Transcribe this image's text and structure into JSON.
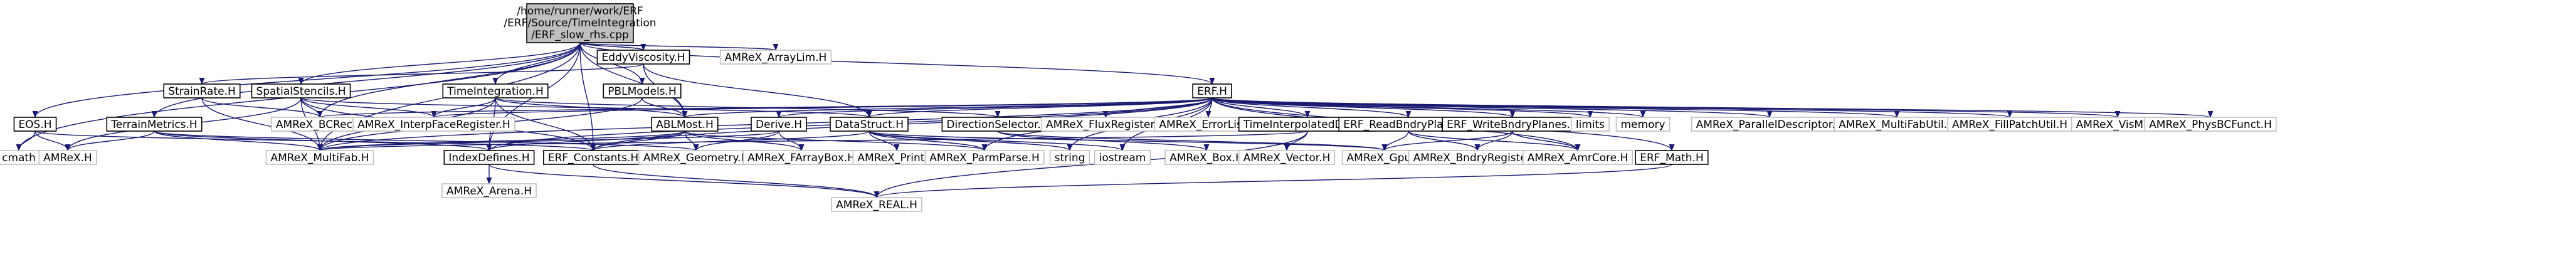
{
  "colors": {
    "edge": "#191970",
    "node_border": "#000000",
    "node_fill": "#ffffff",
    "external_border": "#bfbfbf",
    "root_fill": "#bfbfbf",
    "label": "#000000"
  },
  "graph": {
    "root": {
      "id": "root",
      "lines": [
        "/home/runner/work/ERF",
        "/ERF/Source/TimeIntegration",
        "/ERF_slow_rhs.cpp"
      ]
    },
    "nodes": [
      {
        "id": "eddy",
        "label": "EddyViscosity.H",
        "kind": "local"
      },
      {
        "id": "arraylim",
        "label": "AMReX_ArrayLim.H",
        "kind": "external"
      },
      {
        "id": "strain",
        "label": "StrainRate.H",
        "kind": "local"
      },
      {
        "id": "spatial",
        "label": "SpatialStencils.H",
        "kind": "local"
      },
      {
        "id": "timeint",
        "label": "TimeIntegration.H",
        "kind": "local"
      },
      {
        "id": "pbl",
        "label": "PBLModels.H",
        "kind": "local"
      },
      {
        "id": "erf",
        "label": "ERF.H",
        "kind": "local"
      },
      {
        "id": "eos",
        "label": "EOS.H",
        "kind": "local"
      },
      {
        "id": "terrain",
        "label": "TerrainMetrics.H",
        "kind": "local"
      },
      {
        "id": "bcrec",
        "label": "AMReX_BCRec.H",
        "kind": "external"
      },
      {
        "id": "interpface",
        "label": "AMReX_InterpFaceRegister.H",
        "kind": "external"
      },
      {
        "id": "abl",
        "label": "ABLMost.H",
        "kind": "local"
      },
      {
        "id": "derive",
        "label": "Derive.H",
        "kind": "local"
      },
      {
        "id": "datastruct",
        "label": "DataStruct.H",
        "kind": "local"
      },
      {
        "id": "dirsel",
        "label": "DirectionSelector.H",
        "kind": "local"
      },
      {
        "id": "fluxreg",
        "label": "AMReX_FluxRegister.H",
        "kind": "external"
      },
      {
        "id": "errorlist",
        "label": "AMReX_ErrorList.H",
        "kind": "external"
      },
      {
        "id": "timeinterp",
        "label": "TimeInterpolatedData.H",
        "kind": "local"
      },
      {
        "id": "readbndry",
        "label": "ERF_ReadBndryPlanes.H",
        "kind": "local"
      },
      {
        "id": "writebndry",
        "label": "ERF_WriteBndryPlanes.H",
        "kind": "local"
      },
      {
        "id": "limits",
        "label": "limits",
        "kind": "external"
      },
      {
        "id": "memory",
        "label": "memory",
        "kind": "external"
      },
      {
        "id": "paralleldesc",
        "label": "AMReX_ParallelDescriptor.H",
        "kind": "external"
      },
      {
        "id": "mfutil",
        "label": "AMReX_MultiFabUtil.H",
        "kind": "external"
      },
      {
        "id": "fillpatch",
        "label": "AMReX_FillPatchUtil.H",
        "kind": "external"
      },
      {
        "id": "vismf",
        "label": "AMReX_VisMF.H",
        "kind": "external"
      },
      {
        "id": "physbc",
        "label": "AMReX_PhysBCFunct.H",
        "kind": "external"
      },
      {
        "id": "cmath",
        "label": "cmath",
        "kind": "external"
      },
      {
        "id": "amrexh",
        "label": "AMReX.H",
        "kind": "external"
      },
      {
        "id": "multifab",
        "label": "AMReX_MultiFab.H",
        "kind": "external"
      },
      {
        "id": "indexdef",
        "label": "IndexDefines.H",
        "kind": "local"
      },
      {
        "id": "erfconst",
        "label": "ERF_Constants.H",
        "kind": "local"
      },
      {
        "id": "geometry",
        "label": "AMReX_Geometry.H",
        "kind": "external"
      },
      {
        "id": "farraybox",
        "label": "AMReX_FArrayBox.H",
        "kind": "external"
      },
      {
        "id": "print",
        "label": "AMReX_Print.H",
        "kind": "external"
      },
      {
        "id": "parmparse",
        "label": "AMReX_ParmParse.H",
        "kind": "external"
      },
      {
        "id": "string",
        "label": "string",
        "kind": "external"
      },
      {
        "id": "iostream",
        "label": "iostream",
        "kind": "external"
      },
      {
        "id": "box",
        "label": "AMReX_Box.H",
        "kind": "external"
      },
      {
        "id": "vector",
        "label": "AMReX_Vector.H",
        "kind": "external"
      },
      {
        "id": "gpu",
        "label": "AMReX_Gpu.H",
        "kind": "external"
      },
      {
        "id": "bndryreg",
        "label": "AMReX_BndryRegister.H",
        "kind": "external"
      },
      {
        "id": "amrcore",
        "label": "AMReX_AmrCore.H",
        "kind": "external"
      },
      {
        "id": "erfmath",
        "label": "ERF_Math.H",
        "kind": "local"
      },
      {
        "id": "arena",
        "label": "AMReX_Arena.H",
        "kind": "external"
      },
      {
        "id": "real",
        "label": "AMReX_REAL.H",
        "kind": "external"
      }
    ],
    "edges": [
      [
        "root",
        "eddy"
      ],
      [
        "root",
        "arraylim"
      ],
      [
        "root",
        "spatial"
      ],
      [
        "root",
        "timeint"
      ],
      [
        "root",
        "pbl"
      ],
      [
        "root",
        "erf"
      ],
      [
        "root",
        "eos"
      ],
      [
        "root",
        "terrain"
      ],
      [
        "root",
        "bcrec"
      ],
      [
        "root",
        "abl"
      ],
      [
        "root",
        "indexdef"
      ],
      [
        "root",
        "erfconst"
      ],
      [
        "root",
        "multifab"
      ],
      [
        "root",
        "cmath"
      ],
      [
        "eddy",
        "strain"
      ],
      [
        "eddy",
        "datastruct"
      ],
      [
        "eddy",
        "abl"
      ],
      [
        "strain",
        "bcrec"
      ],
      [
        "strain",
        "multifab"
      ],
      [
        "spatial",
        "bcrec"
      ],
      [
        "spatial",
        "interpface"
      ],
      [
        "spatial",
        "multifab"
      ],
      [
        "spatial",
        "datastruct"
      ],
      [
        "spatial",
        "erfconst"
      ],
      [
        "spatial",
        "amrexh"
      ],
      [
        "timeint",
        "interpface"
      ],
      [
        "timeint",
        "abl"
      ],
      [
        "timeint",
        "indexdef"
      ],
      [
        "timeint",
        "multifab"
      ],
      [
        "timeint",
        "dirsel"
      ],
      [
        "timeint",
        "erfconst"
      ],
      [
        "pbl",
        "abl"
      ],
      [
        "pbl",
        "multifab"
      ],
      [
        "erf",
        "interpface"
      ],
      [
        "erf",
        "bcrec"
      ],
      [
        "erf",
        "abl"
      ],
      [
        "erf",
        "derive"
      ],
      [
        "erf",
        "datastruct"
      ],
      [
        "erf",
        "fluxreg"
      ],
      [
        "erf",
        "errorlist"
      ],
      [
        "erf",
        "timeinterp"
      ],
      [
        "erf",
        "readbndry"
      ],
      [
        "erf",
        "writebndry"
      ],
      [
        "erf",
        "limits"
      ],
      [
        "erf",
        "memory"
      ],
      [
        "erf",
        "paralleldesc"
      ],
      [
        "erf",
        "mfutil"
      ],
      [
        "erf",
        "fillpatch"
      ],
      [
        "erf",
        "vismf"
      ],
      [
        "erf",
        "physbc"
      ],
      [
        "erf",
        "erfmath"
      ],
      [
        "erf",
        "string"
      ],
      [
        "erf",
        "iostream"
      ],
      [
        "erf",
        "amrcore"
      ],
      [
        "erf",
        "parmparse"
      ],
      [
        "erf",
        "indexdef"
      ],
      [
        "erf",
        "erfconst"
      ],
      [
        "erf",
        "multifab"
      ],
      [
        "eos",
        "cmath"
      ],
      [
        "eos",
        "amrexh"
      ],
      [
        "eos",
        "erfconst"
      ],
      [
        "terrain",
        "amrexh"
      ],
      [
        "terrain",
        "multifab"
      ],
      [
        "terrain",
        "indexdef"
      ],
      [
        "terrain",
        "geometry"
      ],
      [
        "abl",
        "multifab"
      ],
      [
        "abl",
        "indexdef"
      ],
      [
        "abl",
        "erfconst"
      ],
      [
        "abl",
        "geometry"
      ],
      [
        "abl",
        "farraybox"
      ],
      [
        "abl",
        "parmparse"
      ],
      [
        "derive",
        "multifab"
      ],
      [
        "derive",
        "farraybox"
      ],
      [
        "derive",
        "geometry"
      ],
      [
        "datastruct",
        "print"
      ],
      [
        "datastruct",
        "parmparse"
      ],
      [
        "datastruct",
        "string"
      ],
      [
        "datastruct",
        "iostream"
      ],
      [
        "datastruct",
        "gpu"
      ],
      [
        "datastruct",
        "erfconst"
      ],
      [
        "dirsel",
        "box"
      ],
      [
        "dirsel",
        "gpu"
      ],
      [
        "timeinterp",
        "vector"
      ],
      [
        "timeinterp",
        "multifab"
      ],
      [
        "timeinterp",
        "real"
      ],
      [
        "readbndry",
        "gpu"
      ],
      [
        "readbndry",
        "bndryreg"
      ],
      [
        "readbndry",
        "amrcore"
      ],
      [
        "writebndry",
        "gpu"
      ],
      [
        "writebndry",
        "bndryreg"
      ],
      [
        "writebndry",
        "amrcore"
      ],
      [
        "indexdef",
        "arena"
      ],
      [
        "indexdef",
        "real"
      ],
      [
        "erfconst",
        "real"
      ],
      [
        "erfmath",
        "real"
      ]
    ]
  }
}
